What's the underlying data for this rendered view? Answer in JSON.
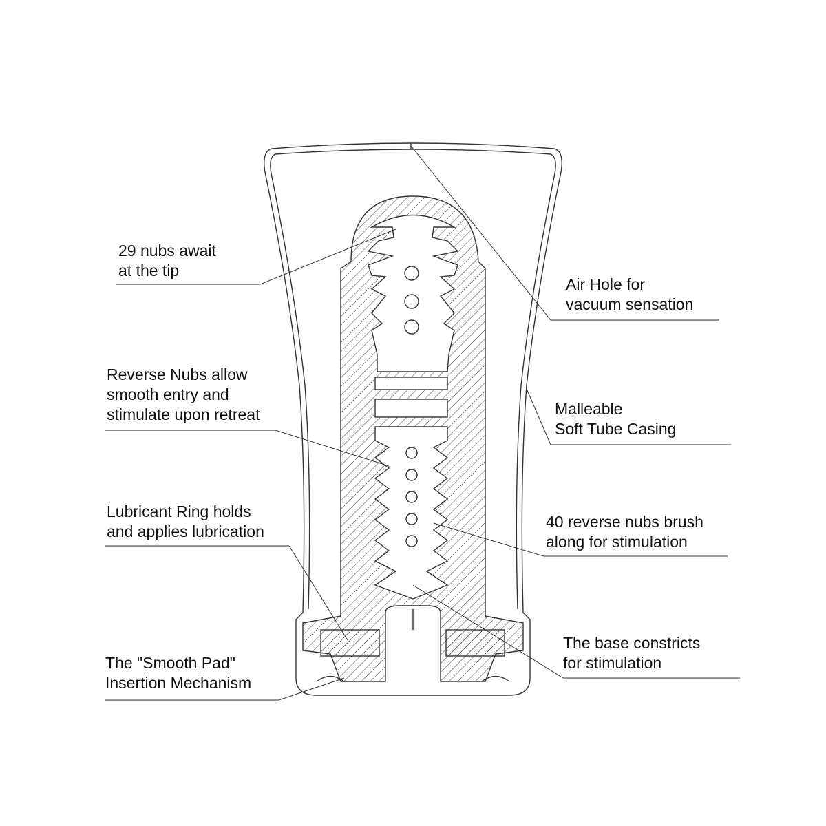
{
  "labels": {
    "tip_nubs": [
      "29 nubs await",
      "at the tip"
    ],
    "reverse_nubs": [
      "Reverse Nubs allow",
      "smooth entry and",
      "stimulate upon retreat"
    ],
    "lubricant_ring": [
      "Lubricant Ring holds",
      "and applies lubrication"
    ],
    "smooth_pad": [
      "The \"Smooth Pad\"",
      "Insertion Mechanism"
    ],
    "air_hole": [
      "Air Hole for",
      "vacuum sensation"
    ],
    "casing": [
      "Malleable",
      "Soft Tube Casing"
    ],
    "forty_nubs": [
      "40 reverse nubs brush",
      "along for stimulation"
    ],
    "base": [
      "The base constricts",
      "for stimulation"
    ]
  },
  "colors": {
    "line": "#333333",
    "text": "#111111",
    "background": "#ffffff"
  }
}
